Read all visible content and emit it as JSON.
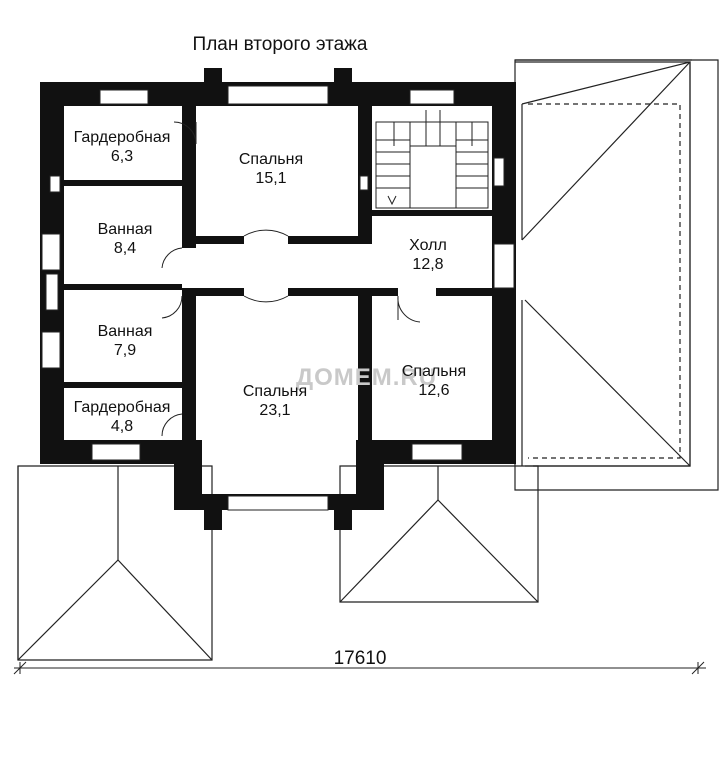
{
  "title": "План второго этажа",
  "rooms": [
    {
      "name": "Гардеробная",
      "area": "6,3"
    },
    {
      "name": "Спальня",
      "area": "15,1"
    },
    {
      "name": "Ванная",
      "area": "8,4"
    },
    {
      "name": "Холл",
      "area": "12,8"
    },
    {
      "name": "Ванная",
      "area": "7,9"
    },
    {
      "name": "Спальня",
      "area": "12,6"
    },
    {
      "name": "Гардеробная",
      "area": "4,8"
    },
    {
      "name": "Спальня",
      "area": "23,1"
    }
  ],
  "dimension": "17610",
  "watermark": "ДОМЕМ.RU",
  "colors": {
    "wall": "#111111",
    "line": "#222222",
    "background": "#ffffff",
    "watermark": "#c9c9c9"
  }
}
